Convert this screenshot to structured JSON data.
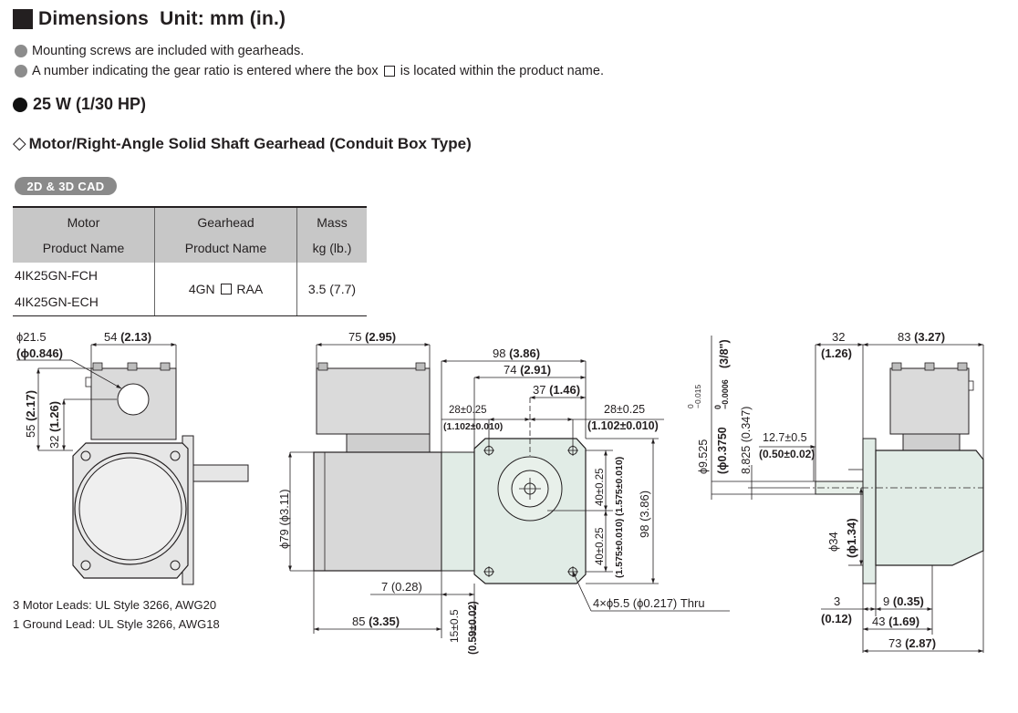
{
  "header": {
    "title": "Dimensions  Unit: mm (in.)"
  },
  "notes": {
    "mounting": "Mounting screws are included with gearheads.",
    "gear_ratio_pre": "A number indicating the gear ratio is entered where the box",
    "gear_ratio_post": "is located within the product name."
  },
  "power": "25 W (1/30 HP)",
  "subtitle": "Motor/Right-Angle Solid Shaft Gearhead (Conduit Box Type)",
  "cad_badge": "2D & 3D CAD",
  "table": {
    "headers": {
      "motor": [
        "Motor",
        "Product  Name"
      ],
      "gearhead": [
        "Gearhead",
        "Product  Name"
      ],
      "mass": [
        "Mass",
        "kg (lb.)"
      ]
    },
    "row": {
      "motors": [
        "4IK25GN-FCH",
        "4IK25GN-ECH"
      ],
      "gearhead_pre": "4GN",
      "gearhead_post": "RAA",
      "mass": "3.5 (7.7)"
    }
  },
  "leads": [
    "3 Motor Leads: UL Style 3266, AWG20",
    "1 Ground Lead: UL Style 3266, AWG18"
  ],
  "dims": {
    "v1": {
      "dia215": "ϕ21.5",
      "dia0846": "(ϕ0.846)",
      "w54": "54",
      "w54in": "(2.13)",
      "h55": "55",
      "h55in": "(2.17)",
      "h32": "32",
      "h32in": "(1.26)"
    },
    "v2": {
      "w75": "75",
      "w75in": "(2.95)",
      "w98": "98",
      "w98in": "(3.86)",
      "w74": "74",
      "w74in": "(2.91)",
      "w37": "37",
      "w37in": "(1.46)",
      "t28l": "28±0.25",
      "t28lin": "(1.102±0.010)",
      "t28r": "28±0.25",
      "t28rin": "(1.102±0.010)",
      "dia79": "ϕ79 (ϕ3.11)",
      "v40a": "40±0.25",
      "v40b": "40±0.25",
      "v40ain": "(1.575±0.010)",
      "v40bin": "(1.575±0.010)",
      "v98": "98 (3.86)",
      "w7": "7 (0.28)",
      "w85": "85",
      "w85in": "(3.35)",
      "v15": "15±0.5",
      "v15in": "(0.59±0.02)",
      "holes": "4×ϕ5.5 (ϕ0.217) Thru"
    },
    "v3": {
      "w32": "32",
      "w32in": "(1.26)",
      "w83": "83",
      "w83in": "(3.27)",
      "shaft": "ϕ9.525",
      "shaftin": "(ϕ0.3750",
      "shaftfrac": "(3/8\")",
      "h8825": "8.825 (0.347)",
      "w127": "12.7±0.5",
      "w127in": "(0.50±0.02)",
      "dia34": "ϕ34",
      "dia34in": "(ϕ1.34)",
      "w3": "3",
      "w3in": "(0.12)",
      "w9": "9",
      "w9in": "(0.35)",
      "w43": "43",
      "w43in": "(1.69)",
      "w73": "73",
      "w73in": "(2.87)"
    }
  },
  "colors": {
    "fill_light": "#e6e6e6",
    "fill_mid": "#d4d4d4",
    "fill_gear": "#e1ece6",
    "table_head": "#c7c7c7"
  }
}
